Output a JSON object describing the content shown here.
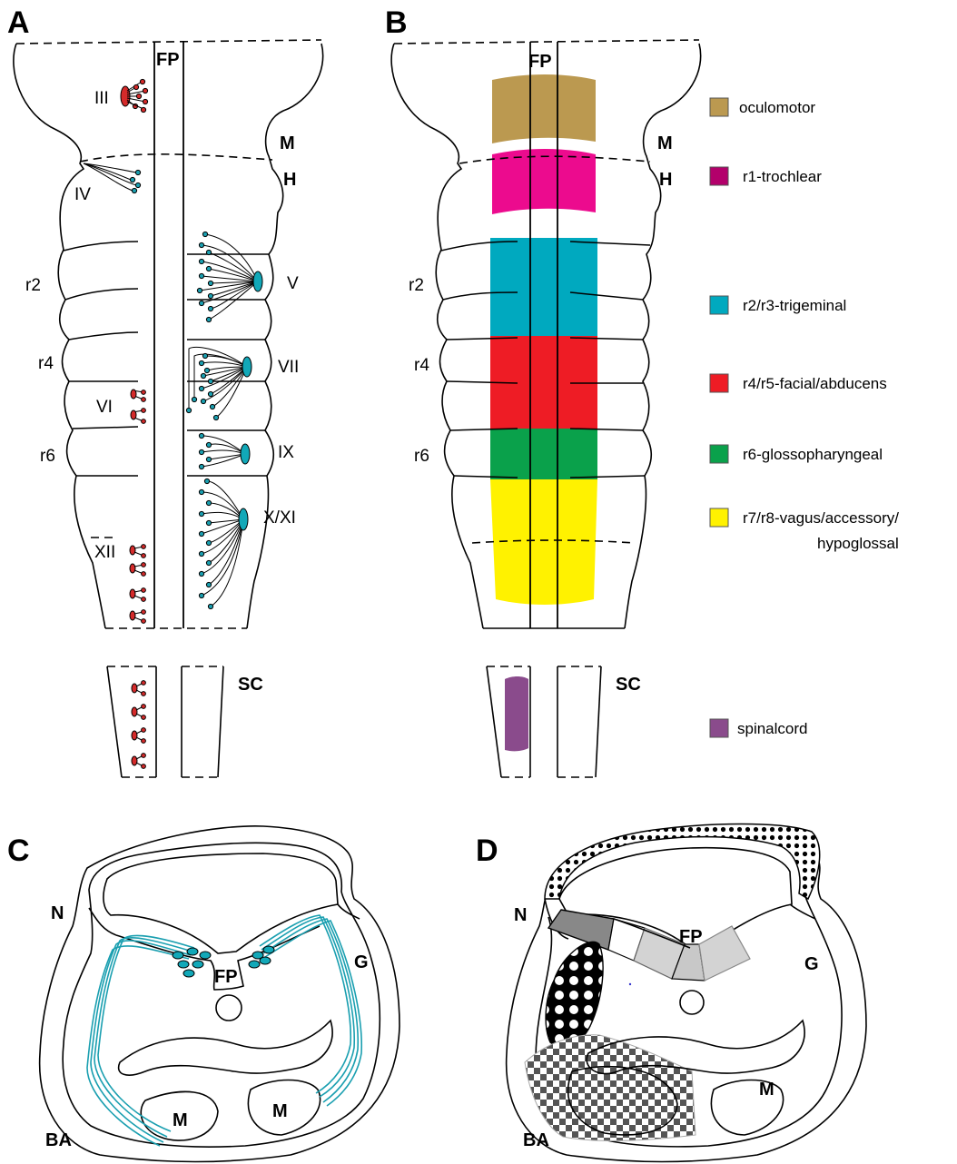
{
  "panels": {
    "A": "A",
    "B": "B",
    "C": "C",
    "D": "D"
  },
  "panel_a": {
    "fp": "FP",
    "m": "M",
    "h": "H",
    "sc": "SC",
    "rhombomeres": {
      "r2": "r2",
      "r4": "r4",
      "r6": "r6"
    },
    "nuclei": {
      "III": "III",
      "IV": "IV",
      "V": "V",
      "VI": "VI",
      "VII": "VII",
      "IX": "IX",
      "XXI": "X/XI",
      "XII": "XII"
    }
  },
  "panel_b": {
    "fp": "FP",
    "m": "M",
    "h": "H",
    "sc": "SC",
    "rhombomeres": {
      "r2": "r2",
      "r4": "r4",
      "r6": "r6"
    },
    "domains": [
      {
        "name": "oculomotor",
        "color": "#bb9950"
      },
      {
        "name": "r1-trochlear",
        "color": "#ec0b8e"
      },
      {
        "name": "r2/r3-trigeminal",
        "color": "#00a9bf"
      },
      {
        "name": "r4/r5-facial/abducens",
        "color": "#ee1c25"
      },
      {
        "name": "r6-glossopharyngeal",
        "color": "#0aa14b"
      },
      {
        "name": "r7/r8-vagus/accessory/hypoglossal",
        "color": "#fff200"
      },
      {
        "name": "spinalcord",
        "color": "#8a4b8c"
      }
    ]
  },
  "legend": {
    "items": [
      {
        "label": "oculomotor",
        "color": "#bb9950"
      },
      {
        "label": "r1-trochlear",
        "color": "#b3006b"
      },
      {
        "label": "r2/r3-trigeminal",
        "color": "#00a9bf"
      },
      {
        "label": "r4/r5-facial/abducens",
        "color": "#ee1c25"
      },
      {
        "label": "r6-glossopharyngeal",
        "color": "#0aa14b"
      },
      {
        "label_line1": "r7/r8-vagus/accessory/",
        "label_line2": "hypoglossal",
        "color": "#fff200"
      },
      {
        "label": "spinalcord",
        "color": "#8a4b8c"
      }
    ]
  },
  "panel_c": {
    "n": "N",
    "g": "G",
    "fp": "FP",
    "ba": "BA",
    "m_left": "M",
    "m_right": "M"
  },
  "panel_d": {
    "n": "N",
    "g": "G",
    "fp": "FP",
    "ba": "BA",
    "m": "M"
  },
  "colors": {
    "motor_red": "#d42a2a",
    "axon_blue": "#1a9fb0",
    "nucleus_teal": "#12a8b8"
  }
}
